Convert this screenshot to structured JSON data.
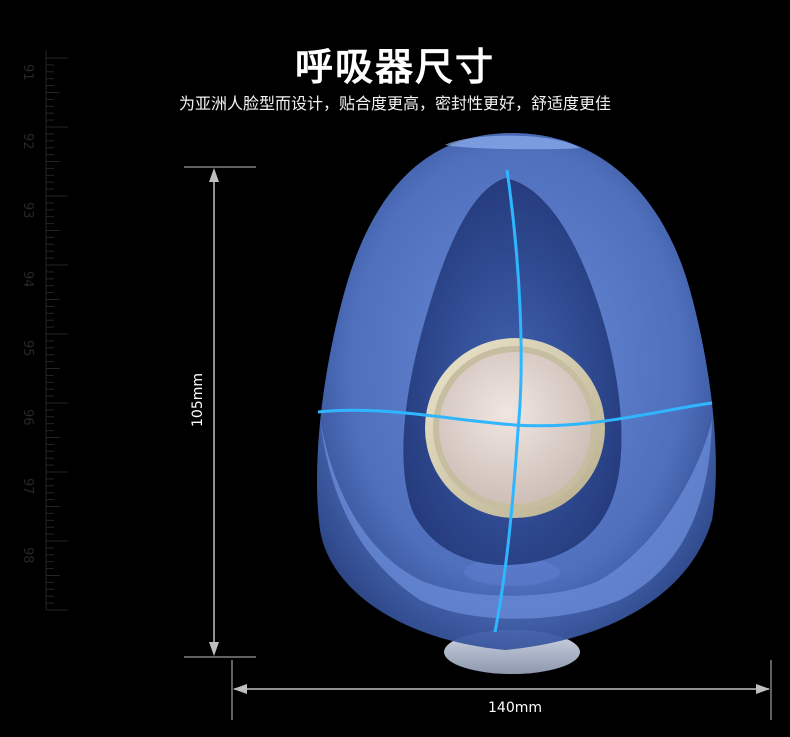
{
  "header": {
    "title": "呼吸器尺寸",
    "subtitle": "为亚洲人脸型而设计，贴合度更高，密封性更好，舒适度更佳"
  },
  "dimensions": {
    "height_label": "105mm",
    "width_label": "140mm"
  },
  "ruler": {
    "labels": [
      "91",
      "92",
      "93",
      "94",
      "95",
      "96",
      "97",
      "98"
    ]
  },
  "colors": {
    "background": "#000000",
    "mask_blue": "#5b7fd0",
    "highlight_line": "#2fb6ff",
    "filter_ring": "#d9d2b8",
    "dimension_line": "#bfbfbf"
  }
}
